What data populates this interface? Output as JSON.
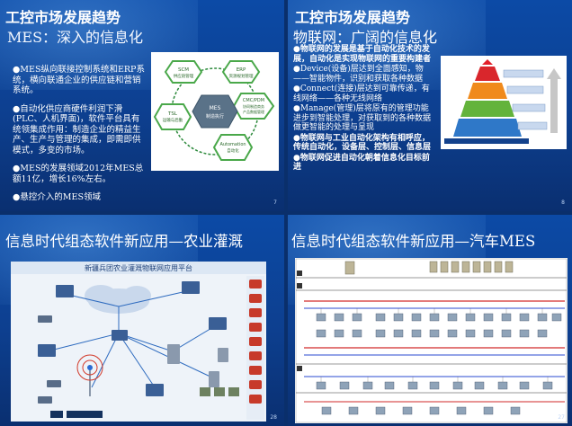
{
  "slide1": {
    "title": "工控市场发展趋势",
    "subtitle": "MES：深入的信息化",
    "bullets": [
      "●MES纵向联接控制系统和ERP系统，横向联通企业的供应链和营销系统。",
      "●自动化供应商硬件利润下滑(PLC、人机界面)，软件平台具有统领集成作用：制造企业的精益生产、生产与管理的集成，即需即供模式，多变的市场。",
      "●MES的发展领域2012年MES总额11亿，增长16%左右。",
      "●悬控介入的MES领域"
    ],
    "diagram": {
      "center": [
        "MES",
        "制造执行"
      ],
      "nodes": [
        {
          "lines": [
            "SCM",
            "供应链管理"
          ]
        },
        {
          "lines": [
            "ERP",
            "资源规划管理"
          ]
        },
        {
          "lines": [
            "CMC/PDM",
            "协同制造商务",
            "产品数据管理"
          ]
        },
        {
          "lines": [
            "Automation",
            "自动化"
          ]
        },
        {
          "lines": [
            "TSL",
            "运输与后勤"
          ]
        }
      ]
    },
    "page": "7"
  },
  "slide2": {
    "title": "工控市场发展趋势",
    "subtitle": "物联网：广阔的信息化",
    "bullets": [
      {
        "text": "●物联网的发展是基于自动化技术的发展，自动化是实现物联网的重要构建者",
        "bold": true
      },
      {
        "text": "●Device(设备)层达到全面感知，物——智能物件，识别和获取各种数据",
        "bold": false
      },
      {
        "text": "●Connect(连接)层达到可靠传递，有线网络——各种无线网络",
        "bold": false
      },
      {
        "text": "●Manage(管理)层将原有的管理功能进步到智能处理，对获取到的各种数据做更智能的处理与呈现",
        "bold": false
      },
      {
        "text": "●物联网与工业自动化架构有相呼应，传统自动化，设备层、控制层、信息层",
        "bold": true
      },
      {
        "text": "●物联网促进自动化朝着信息化目标前进",
        "bold": true
      }
    ],
    "page": "8"
  },
  "slide3": {
    "title": "信息时代组态软件新应用—农业灌溉",
    "panel_title": "新疆兵团农业灌溉物联网应用平台",
    "page": "28"
  },
  "slide4": {
    "title": "信息时代组态软件新应用—汽车MES",
    "page": "27"
  }
}
